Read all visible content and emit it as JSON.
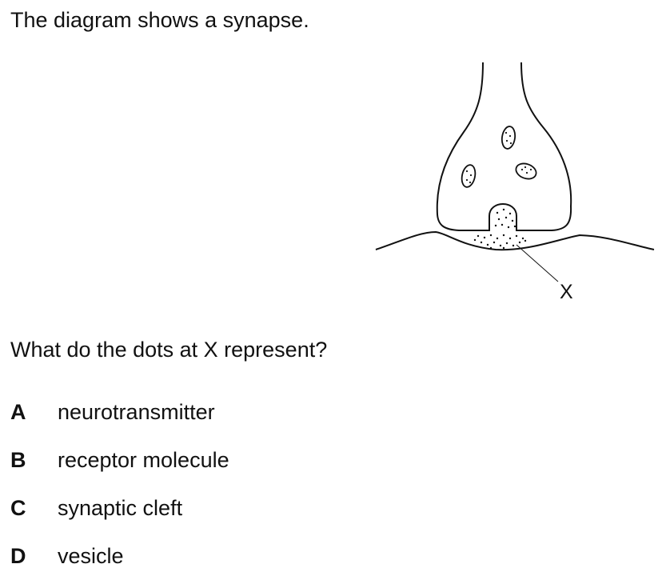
{
  "question": {
    "intro": "The diagram shows a synapse.",
    "prompt": "What do the dots at X represent?",
    "options": [
      {
        "letter": "A",
        "text": "neurotransmitter"
      },
      {
        "letter": "B",
        "text": "receptor molecule"
      },
      {
        "letter": "C",
        "text": "synaptic cleft"
      },
      {
        "letter": "D",
        "text": "vesicle"
      }
    ]
  },
  "diagram": {
    "label_x": "X"
  }
}
